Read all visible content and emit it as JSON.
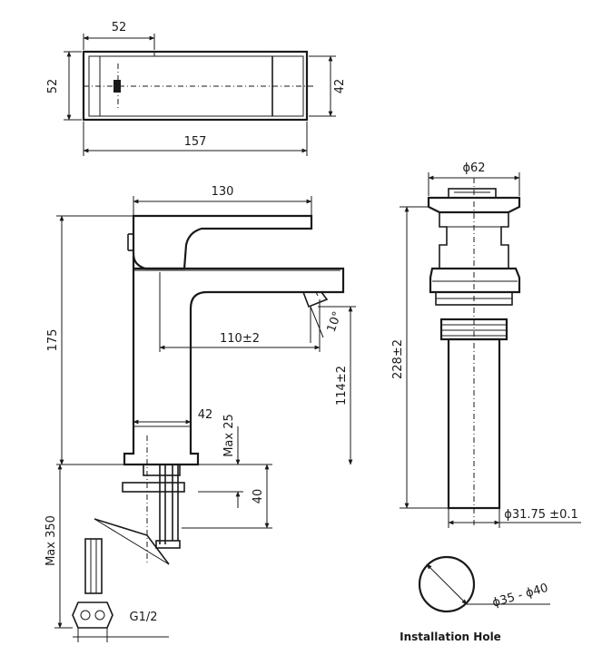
{
  "dimensions": {
    "top_width": "52",
    "top_left_height": "52",
    "top_right_height": "42",
    "top_length": "157",
    "spout_length": "130",
    "overall_height": "175",
    "reach": "110±2",
    "spout_angle": "10°",
    "spout_height": "114±2",
    "base_width": "42",
    "max_thickness": "Max 25",
    "shank_length": "40",
    "hose_length": "Max 350",
    "thread": "G1/2",
    "drain_head_diameter": "ϕ62",
    "drain_height": "228±2",
    "drain_pipe_diameter": "ϕ31.75 ±0.1",
    "hole_diameter": "ϕ35 - ϕ40"
  },
  "labels": {
    "installation_hole": "Installation Hole"
  }
}
